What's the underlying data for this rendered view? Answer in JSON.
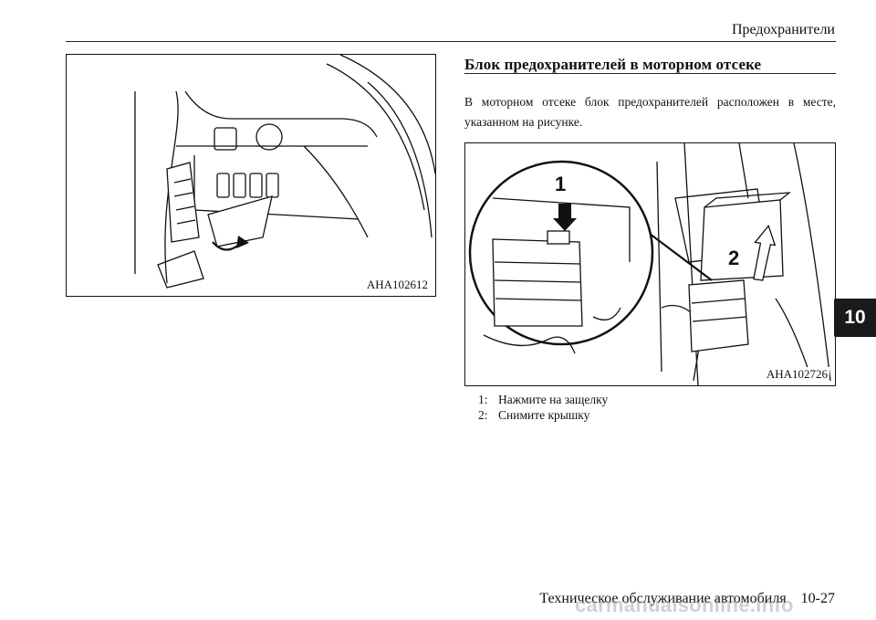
{
  "header": {
    "section": "Предохранители"
  },
  "section": {
    "title": "Блок предохранителей в моторном отсеке",
    "intro": "В моторном отсеке блок предохранителей расположен в месте, указанном на рисунке."
  },
  "figures": {
    "left": {
      "code": "AHA102612"
    },
    "right": {
      "code": "AHA102726",
      "callout_1": "1",
      "callout_2": "2"
    }
  },
  "captions": [
    {
      "num": "1:",
      "text": "Нажмите на защелку"
    },
    {
      "num": "2:",
      "text": "Снимите крышку"
    }
  ],
  "chapter_tab": "10",
  "footer": {
    "text": "Техническое обслуживание автомобиля    10-27"
  },
  "watermark": "carmanualsonline.info"
}
